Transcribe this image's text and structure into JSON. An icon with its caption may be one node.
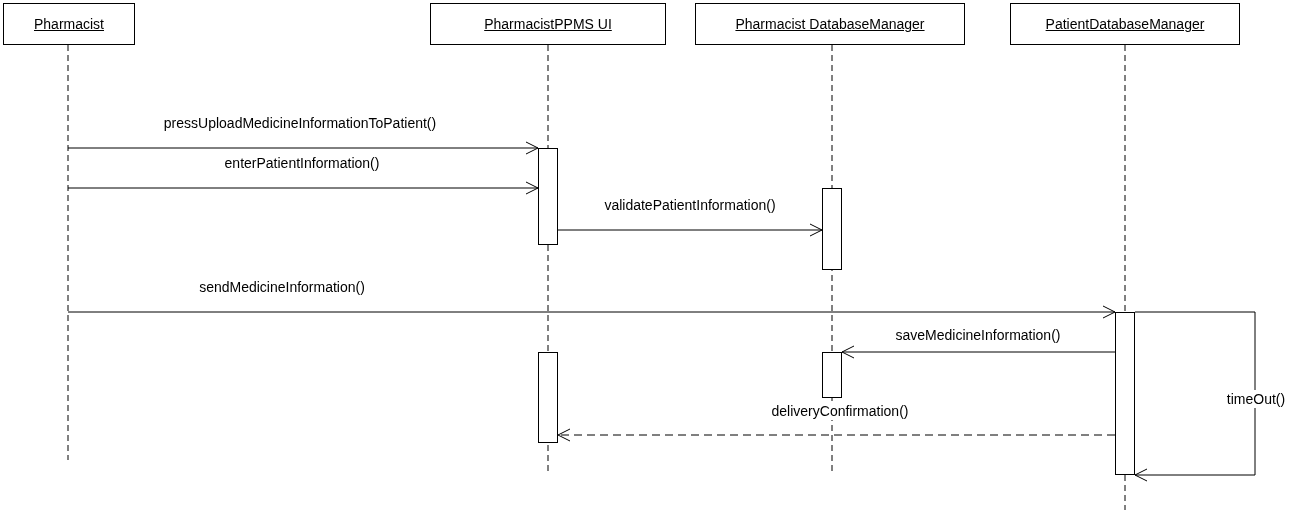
{
  "diagram": {
    "nodes": [
      {
        "text": [
          "Pharmacist"
        ]
      },
      {
        "text": [
          "PharmacistPPMS UI"
        ]
      },
      {
        "text": [
          "Pharmacist DatabaseManager"
        ]
      },
      {
        "text": [
          "PatientDatabaseManager"
        ]
      },
      {
        "text": [],
        "shape": "bar"
      },
      {
        "text": [],
        "shape": "bar"
      },
      {
        "text": [],
        "shape": "bar"
      },
      {
        "text": [],
        "shape": "bar"
      },
      {
        "text": [],
        "shape": "bar"
      }
    ],
    "edges": [
      {
        "from": 0,
        "to": 4,
        "arrow": "to",
        "label": "pressUploadMedicineInformationToPatient()"
      },
      {
        "from": 0,
        "to": 4,
        "arrow": "to",
        "label": "enterPatientInformation()"
      },
      {
        "from": 4,
        "to": 5,
        "arrow": "to",
        "label": "validatePatientInformation()"
      },
      {
        "from": 0,
        "to": 6,
        "arrow": "to",
        "label": "sendMedicineInformation()"
      },
      {
        "from": 6,
        "to": 8,
        "arrow": "to",
        "label": "saveMedicineInformation()"
      },
      {
        "from": 6,
        "to": 7,
        "arrow": "to",
        "label": "deliveryConfirmation()",
        "style": "dashed"
      },
      {
        "from": 6,
        "to": 6,
        "arrow": "to",
        "label": "timeOut()"
      }
    ]
  }
}
